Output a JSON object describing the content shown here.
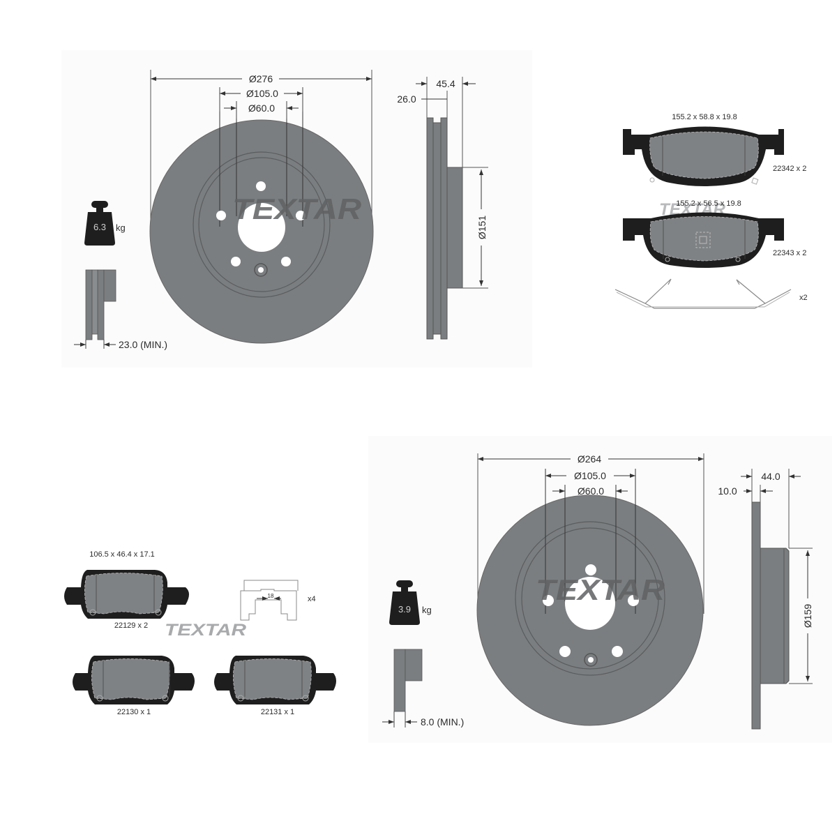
{
  "brand": {
    "name": "TEXTAR",
    "color_rotor": "#7b7e80",
    "color_pad_backplate": "#1e1e1e",
    "color_pad_friction": "#7f8284",
    "color_outline": "#4a4a4a",
    "color_logo": "#5f6163"
  },
  "front_disc": {
    "outer_diameter": "Ø276",
    "bolt_circle": "Ø105.0",
    "center_bore": "Ø60.0",
    "total_height": "45.4",
    "thickness": "26.0",
    "hat_diameter": "Ø151",
    "weight_value": "6.3",
    "weight_unit": "kg",
    "min_thickness": "23.0 (MIN.)",
    "type": "vented"
  },
  "front_pads": {
    "pad1": {
      "dimensions": "155.2 x 58.8 x 19.8",
      "part": "22342 x 2"
    },
    "pad2": {
      "dimensions": "155.2 x 56.5 x 19.8",
      "part": "22343 x 2"
    },
    "spring": {
      "qty": "x2"
    }
  },
  "rear_pads": {
    "pad1": {
      "dimensions": "106.5 x 46.4 x 17.1",
      "part": "22129 x 2"
    },
    "pad2": {
      "part": "22130 x 1"
    },
    "pad3": {
      "part": "22131 x 1"
    },
    "clip": {
      "width": "18",
      "qty": "x4"
    }
  },
  "rear_disc": {
    "outer_diameter": "Ø264",
    "bolt_circle": "Ø105.0",
    "center_bore": "Ø60.0",
    "total_height": "44.0",
    "thickness": "10.0",
    "hat_diameter": "Ø159",
    "weight_value": "3.9",
    "weight_unit": "kg",
    "min_thickness": "8.0 (MIN.)",
    "type": "solid"
  }
}
